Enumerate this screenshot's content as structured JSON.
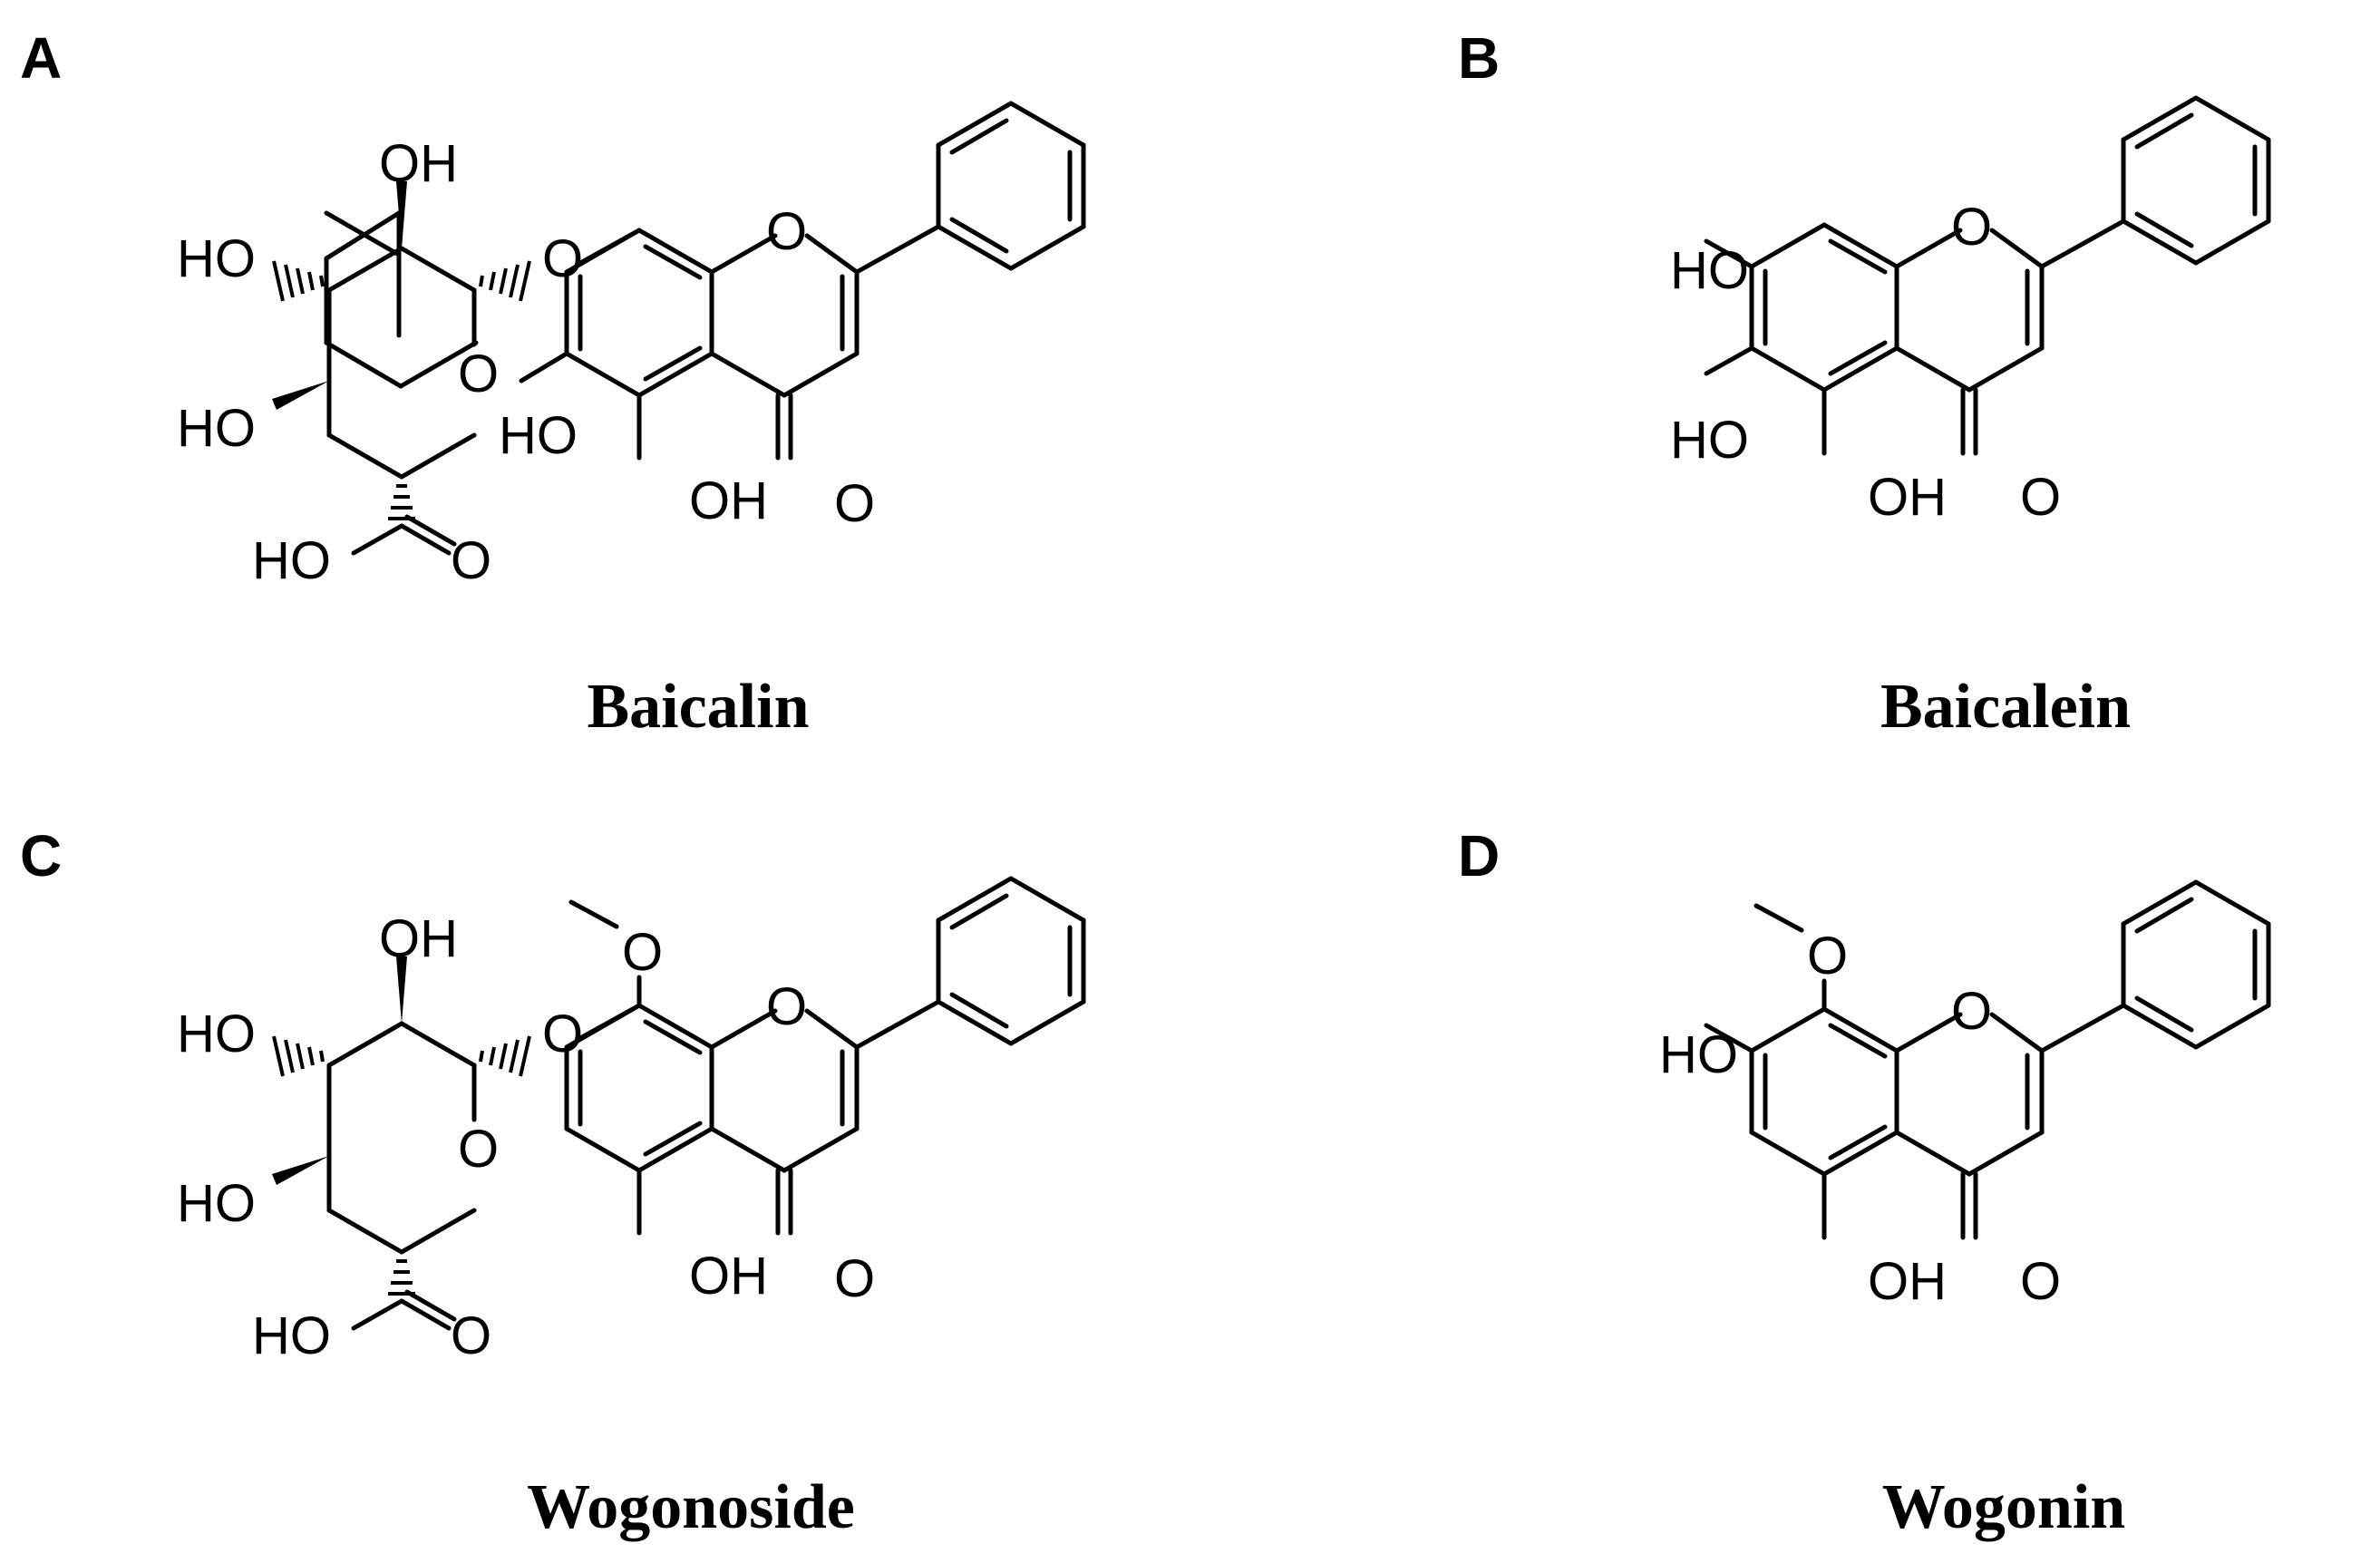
{
  "panels": [
    {
      "letter": "A",
      "name": "Baicalin"
    },
    {
      "letter": "B",
      "name": "Baicalein"
    },
    {
      "letter": "C",
      "name": "Wogonoside"
    },
    {
      "letter": "D",
      "name": "Wogonin"
    }
  ],
  "atoms": {
    "oh": "OH",
    "ho": "HO",
    "o": "O"
  }
}
